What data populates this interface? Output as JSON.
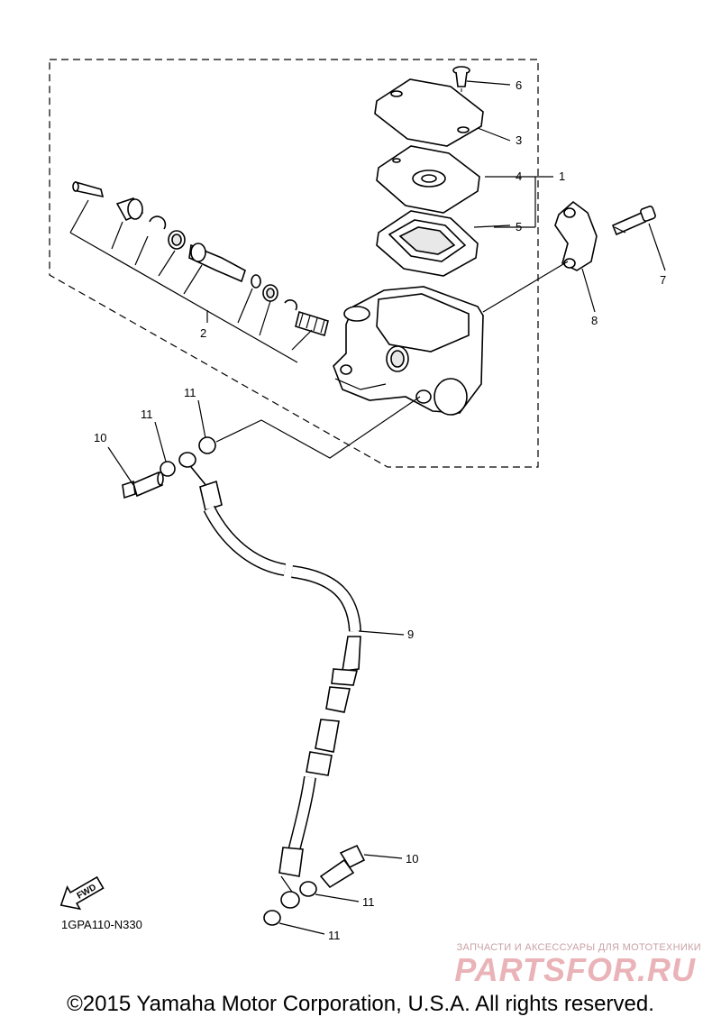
{
  "diagram": {
    "callouts": {
      "c1": "1",
      "c2": "2",
      "c3": "3",
      "c4": "4",
      "c5": "5",
      "c6": "6",
      "c7": "7",
      "c8": "8",
      "c9": "9",
      "c10a": "10",
      "c10b": "10",
      "c11a": "11",
      "c11b": "11",
      "c11c": "11",
      "c11d": "11"
    },
    "part_code": "1GPA110-N330",
    "fwd_label": "FWD",
    "copyright": "©2015 Yamaha Motor Corporation, U.S.A. All rights reserved.",
    "watermark": {
      "tagline": "ЗАПЧАСТИ И АКСЕССУАРЫ ДЛЯ МОТОТЕХНИКИ",
      "brand": "PARTSFOR.RU"
    }
  },
  "colors": {
    "line": "#000000",
    "watermark": "#e9b3b8"
  }
}
